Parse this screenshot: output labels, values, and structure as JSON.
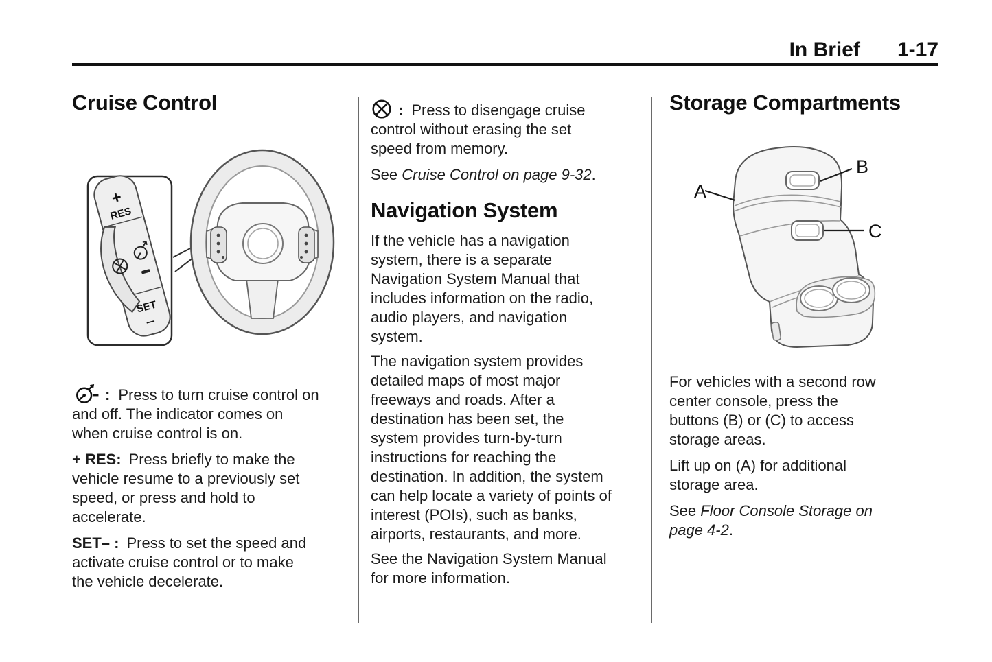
{
  "header": {
    "section_title": "In Brief",
    "page_number": "1-17"
  },
  "cruise_section": {
    "heading": "Cruise Control",
    "figure": {
      "stalk": {
        "plus": "+",
        "res": "RES",
        "set": "SET",
        "minus": "−"
      },
      "icons": [
        "cruise-on-off-icon",
        "cruise-cancel-icon",
        "steering-wheel"
      ]
    },
    "on_off_item": {
      "icon": "cruise-on-off-icon",
      "separator": ":",
      "text": "Press to turn cruise control on\nand off. The indicator comes on\nwhen cruise control is on."
    },
    "res_item": {
      "label": "+ RES:",
      "text": "Press briefly to make the\nvehicle resume to a previously set\nspeed, or press and hold to\naccelerate."
    },
    "set_item": {
      "label": "SET– :",
      "text": "Press to set the speed and\nactivate cruise control or to make\nthe vehicle decelerate."
    }
  },
  "cancel_item": {
    "icon": "cruise-cancel-icon",
    "separator": ":",
    "text": "Press to disengage cruise\ncontrol without erasing the set\nspeed from memory."
  },
  "cruise_xref": {
    "prefix": "See ",
    "reference": "Cruise Control on page 9-32",
    "suffix": "."
  },
  "navigation_section": {
    "heading": "Navigation System",
    "p1": "If the vehicle has a navigation\nsystem, there is a separate\nNavigation System Manual that\nincludes information on the radio,\naudio players, and navigation\nsystem.",
    "p2": "The navigation system provides\ndetailed maps of most major\nfreeways and roads. After a\ndestination has been set, the\nsystem provides turn-by-turn\ninstructions for reaching the\ndestination. In addition, the system\ncan help locate a variety of points of\ninterest (POIs), such as banks,\nairports, restaurants, and more.",
    "p3": "See the Navigation System Manual\nfor more information."
  },
  "storage_section": {
    "heading": "Storage Compartments",
    "figure": {
      "labels": [
        "A",
        "B",
        "C"
      ]
    },
    "p1": "For vehicles with a second row\ncenter console, press the\nbuttons (B) or (C) to access\nstorage areas.",
    "p2": "Lift up on (A) for additional\nstorage area.",
    "p3_prefix": "See ",
    "p3_reference": "Floor Console Storage on\npage 4-2",
    "p3_suffix": "."
  }
}
